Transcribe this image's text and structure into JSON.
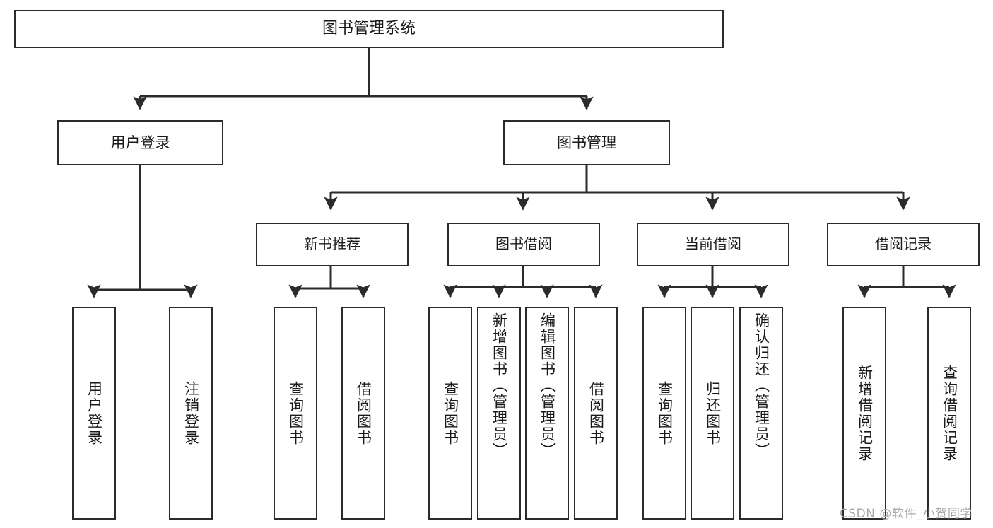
{
  "diagram": {
    "title": "图书管理系统",
    "type": "tree-hierarchy",
    "root": {
      "label": "图书管理系统"
    },
    "level1": [
      {
        "label": "用户登录"
      },
      {
        "label": "图书管理"
      }
    ],
    "level2": [
      {
        "label": "新书推荐"
      },
      {
        "label": "图书借阅"
      },
      {
        "label": "当前借阅"
      },
      {
        "label": "借阅记录"
      }
    ],
    "leaves": {
      "user_login": [
        {
          "label": "用户登录"
        },
        {
          "label": "注销登录"
        }
      ],
      "new_book_recommend": [
        {
          "label": "查询图书"
        },
        {
          "label": "借阅图书"
        }
      ],
      "book_borrow": [
        {
          "label": "查询图书"
        },
        {
          "label": "新增图书（管理员）"
        },
        {
          "label": "编辑图书（管理员）"
        },
        {
          "label": "借阅图书"
        }
      ],
      "current_borrow": [
        {
          "label": "查询图书"
        },
        {
          "label": "归还图书"
        },
        {
          "label": "确认归还（管理员）"
        }
      ],
      "borrow_records": [
        {
          "label": "新增借阅记录"
        },
        {
          "label": "查询借阅记录"
        }
      ]
    }
  },
  "watermark": {
    "text": "CSDN @软件_小贺同学"
  },
  "colors": {
    "border": "#2b2b2b",
    "background": "#ffffff",
    "text": "#1a1a1a",
    "watermark": "#a8a8a8"
  }
}
